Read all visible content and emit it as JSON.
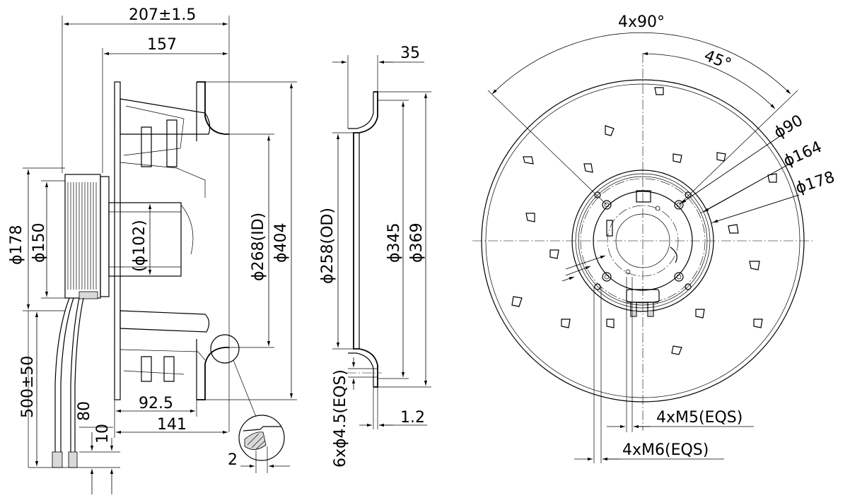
{
  "side_view": {
    "overall_length": "207±1.5",
    "length_157": "157",
    "motor_diameter": "ϕ178",
    "motor_inner_diameter": "ϕ150",
    "hub_diameter": "(ϕ102)",
    "inlet_id": "ϕ268(ID)",
    "impeller_diameter": "ϕ404",
    "dim_92_5": "92.5",
    "dim_141": "141",
    "cable_length": "500±50",
    "dim_80": "80",
    "dim_10": "10",
    "detail_dim": "2"
  },
  "ring_view": {
    "dim_35": "35",
    "od": "ϕ258(OD)",
    "dim_345": "ϕ345",
    "dim_369": "ϕ369",
    "holes": "6xϕ4.5(EQS)",
    "thickness": "1.2"
  },
  "front_view": {
    "angle_pattern": "4x90°",
    "angle_45": "45°",
    "pcd_90": "ϕ90",
    "pcd_164": "ϕ164",
    "pcd_178": "ϕ178",
    "m5": "4xM5(EQS)",
    "m6": "4xM6(EQS)"
  }
}
